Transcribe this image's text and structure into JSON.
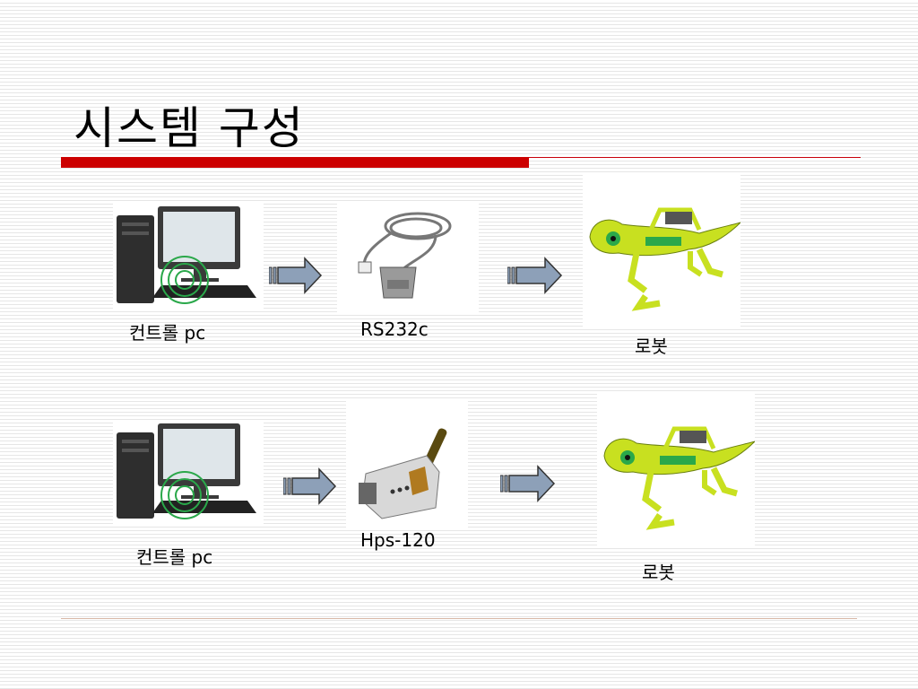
{
  "slide": {
    "title": "시스템 구성"
  },
  "rows": [
    {
      "pc_label": "컨트롤 pc",
      "link_label": "RS232c",
      "robot_label": "로봇"
    },
    {
      "pc_label": "컨트롤 pc",
      "link_label": "Hps-120",
      "robot_label": "로봇"
    }
  ],
  "icons": {
    "pc": "desktop-computer-icon",
    "cable": "serial-cable-icon",
    "module": "bluetooth-module-icon",
    "robot": "lizard-robot-icon",
    "arrow": "right-arrow-icon"
  },
  "colors": {
    "title_bar": "#cc0000",
    "arrow_fill": "#8da0b8",
    "robot_green": "#c8e020"
  }
}
